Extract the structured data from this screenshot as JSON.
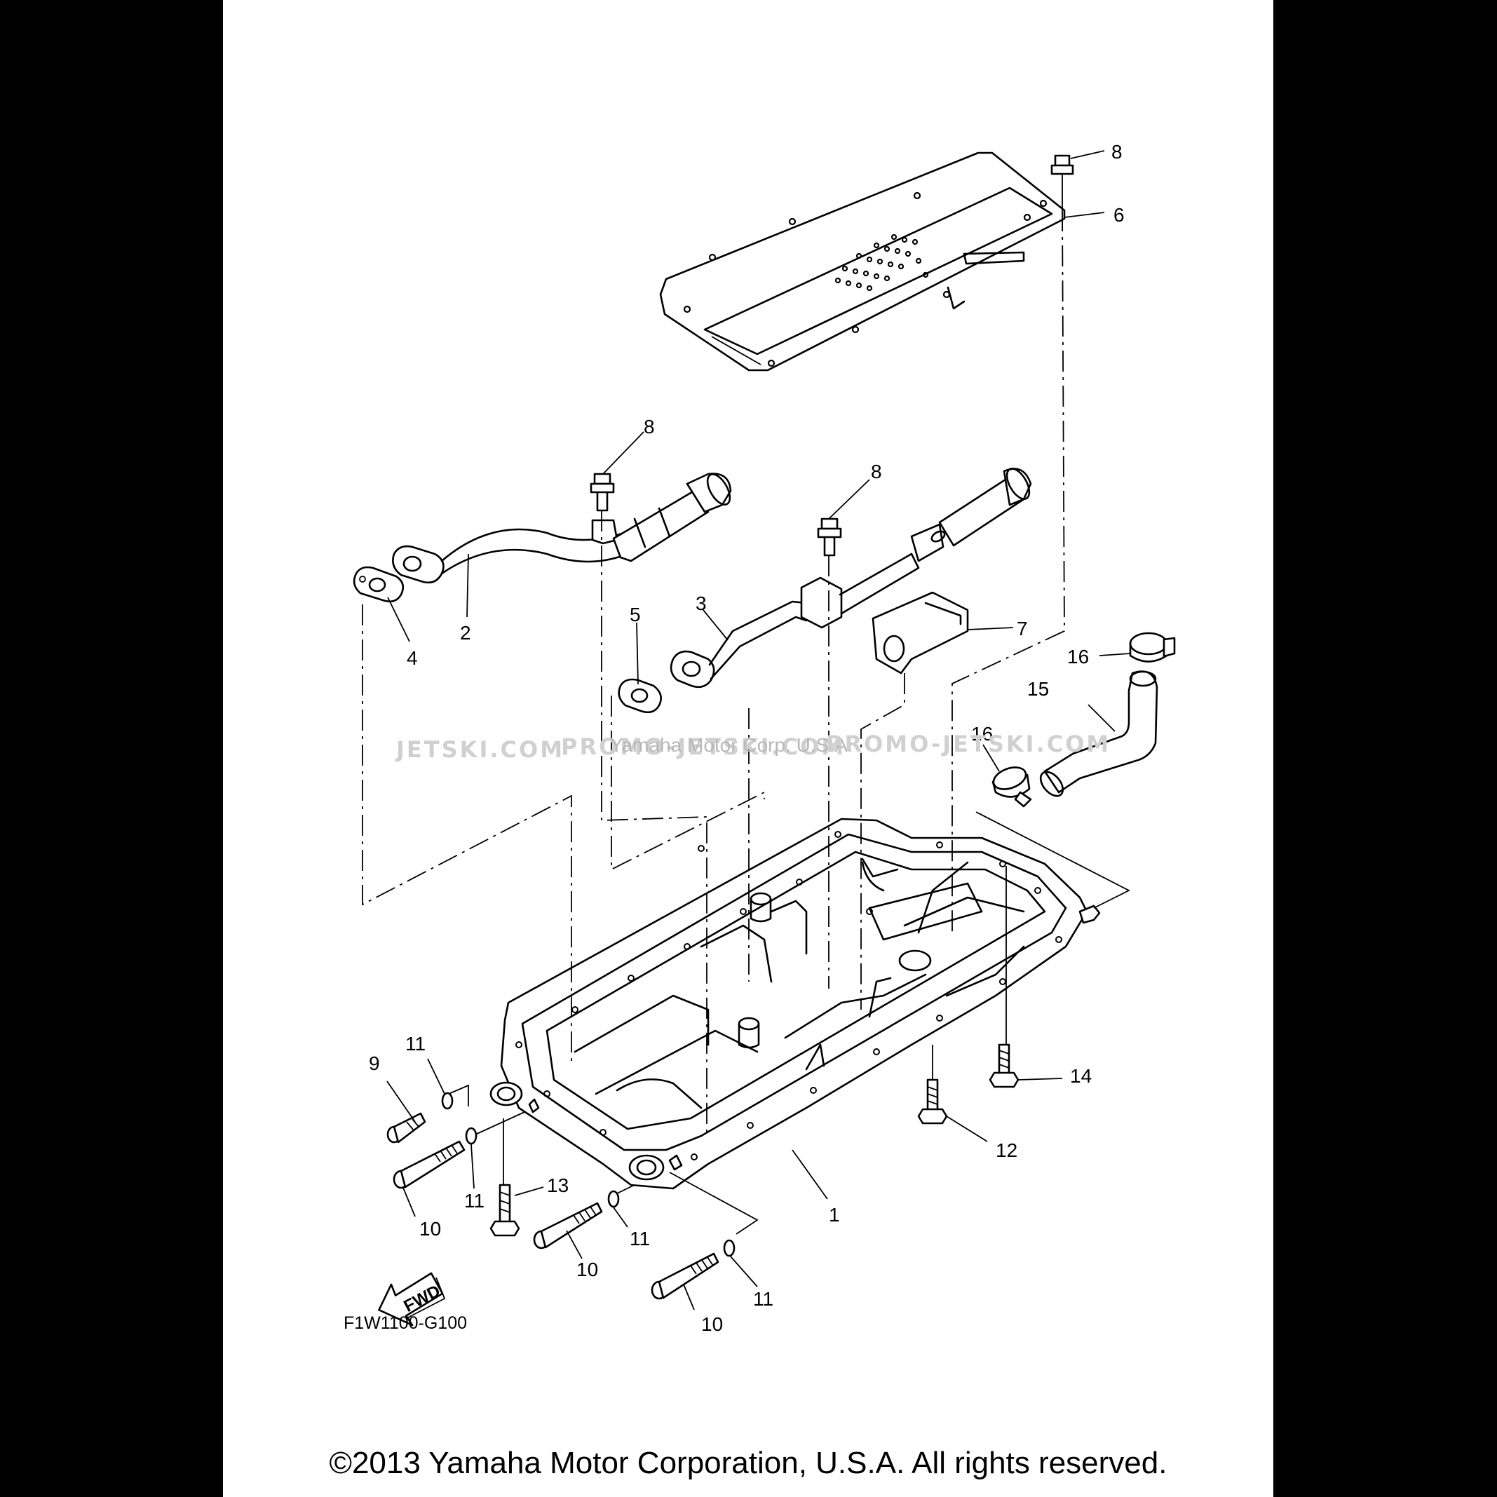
{
  "diagram": {
    "callouts": {
      "c1": "1",
      "c2": "2",
      "c3": "3",
      "c4": "4",
      "c5": "5",
      "c6": "6",
      "c7": "7",
      "c8a": "8",
      "c8b": "8",
      "c8c": "8",
      "c9": "9",
      "c10a": "10",
      "c10b": "10",
      "c10c": "10",
      "c11a": "11",
      "c11b": "11",
      "c11c": "11",
      "c11d": "11",
      "c12": "12",
      "c13": "13",
      "c14": "14",
      "c15": "15",
      "c16a": "16",
      "c16b": "16"
    },
    "watermarks": {
      "left": "JETSKI.COM",
      "center": "PROMO-JETSKI.COM",
      "center_overlay": "Yamaha Motor Corp. U.S.A.",
      "right": "PROMO-JETSKI.COM"
    },
    "fwd_label": "FWD",
    "figure_code": "F1W1100-G100"
  },
  "footer": {
    "copyright": "©2013 Yamaha Motor Corporation, U.S.A. All rights reserved."
  }
}
